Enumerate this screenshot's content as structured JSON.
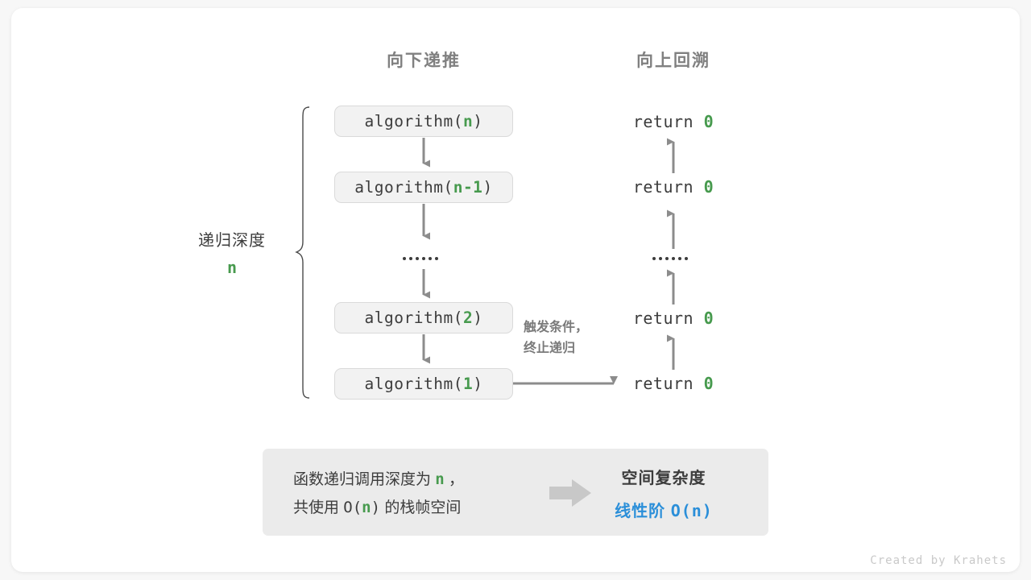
{
  "headers": {
    "left": "向下递推",
    "right": "向上回溯"
  },
  "depth": {
    "label": "递归深度",
    "value": "n"
  },
  "calls": [
    {
      "name": "algorithm(",
      "arg": "n",
      "close": ")"
    },
    {
      "name": "algorithm(",
      "arg": "n-1",
      "close": ")"
    },
    {
      "name": "algorithm(",
      "arg": "2",
      "close": ")"
    },
    {
      "name": "algorithm(",
      "arg": "1",
      "close": ")"
    }
  ],
  "returns": [
    {
      "text": "return ",
      "value": "0"
    },
    {
      "text": "return ",
      "value": "0"
    },
    {
      "text": "return ",
      "value": "0"
    },
    {
      "text": "return ",
      "value": "0"
    }
  ],
  "ellipsis": "······",
  "trigger_note": {
    "line1": "触发条件，",
    "line2": "终止递归"
  },
  "summary": {
    "left_line1_a": "函数递归调用深度为 ",
    "left_line1_n": "n",
    "left_line1_b": " ，",
    "left_line2_a": "共使用 ",
    "left_line2_o": "O(",
    "left_line2_n": "n",
    "left_line2_c": ")",
    "left_line2_b": " 的栈帧空间",
    "arrow_icon": "block-arrow-right-icon",
    "title": "空间复杂度",
    "value_label": "线性阶 ",
    "value_mono": "O(n)"
  },
  "footer": "Created by Krahets",
  "colors": {
    "green": "#479a4e",
    "blue": "#2b8fd9",
    "gray_text": "#3c3c3c",
    "gray_muted": "#808080",
    "box_fill": "#f2f2f2",
    "box_border": "#dadada",
    "summary_fill": "#ebebeb",
    "arrow": "#8c8c8c"
  }
}
